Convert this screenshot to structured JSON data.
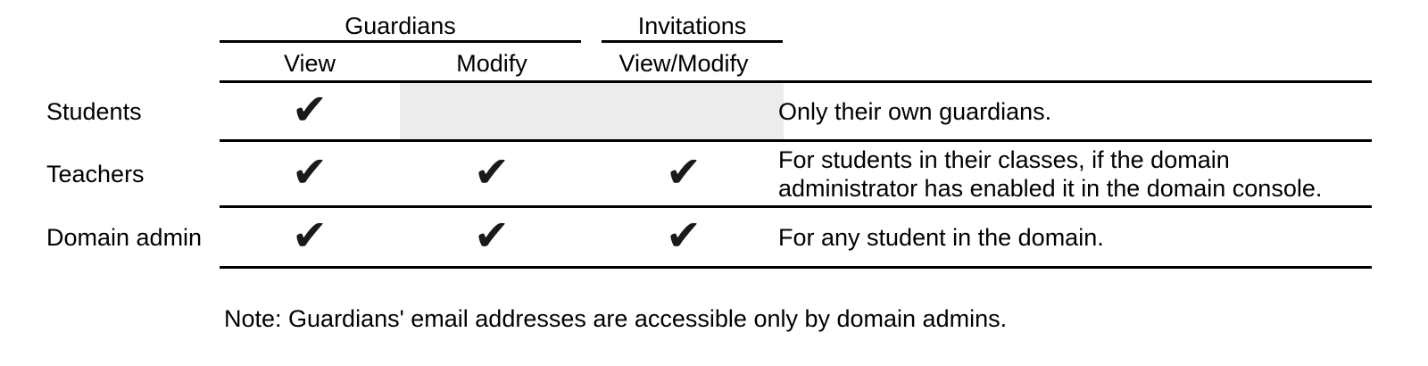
{
  "table": {
    "column_groups": [
      {
        "label": "Guardians",
        "subcolumns": [
          "View",
          "Modify"
        ]
      },
      {
        "label": "Invitations",
        "subcolumns": [
          "View/Modify"
        ]
      }
    ],
    "subheaders": {
      "view": "View",
      "modify": "Modify",
      "view_modify": "View/Modify"
    },
    "rows": [
      {
        "label": "Students",
        "checks": {
          "view": "✔",
          "modify": "",
          "view_modify": ""
        },
        "modify_and_invitations_not_applicable": true,
        "note": "Only their own guardians."
      },
      {
        "label": "Teachers",
        "checks": {
          "view": "✔",
          "modify": "✔",
          "view_modify": "✔"
        },
        "modify_and_invitations_not_applicable": false,
        "note": "For students in their classes, if the domain administrator has enabled it in the domain console."
      },
      {
        "label": "Domain admin",
        "checks": {
          "view": "✔",
          "modify": "✔",
          "view_modify": "✔"
        },
        "modify_and_invitations_not_applicable": false,
        "note": "For any student in the domain."
      }
    ]
  },
  "footnote": "Note: Guardians' email addresses are accessible only by domain admins.",
  "colors": {
    "text": "#000000",
    "rule": "#000000",
    "checkmark": "#1a1a1a",
    "not_applicable_cell": "#ececec",
    "background": "#ffffff"
  }
}
